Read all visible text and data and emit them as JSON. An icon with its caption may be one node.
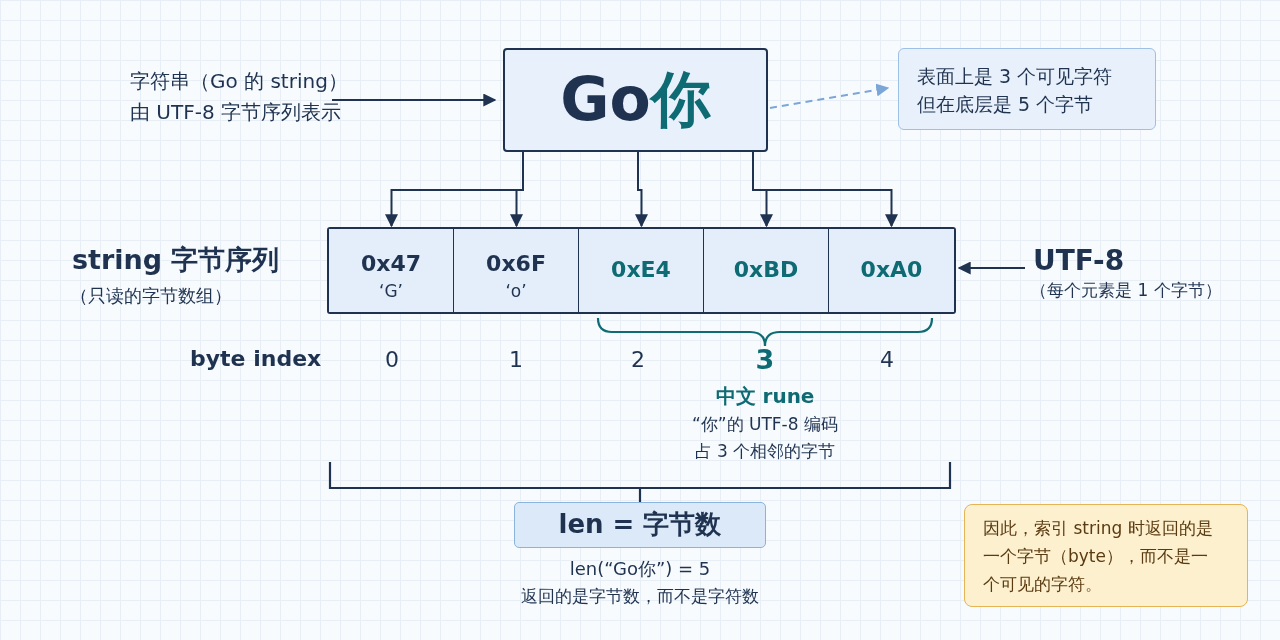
{
  "diagram": {
    "nodes": [
      {
        "text": [
          "字符串（Go 的 string）由 UTF-8 字节序列表示"
        ]
      },
      {
        "text": [
          "Go你"
        ]
      },
      {
        "text": [
          "表面上是 3 个可见字符但在底层是 5 个字节"
        ]
      },
      {
        "text": [],
        "shape": "box"
      },
      {
        "text": [
          "0x47",
          "‘G’"
        ],
        "in": 3
      },
      {
        "text": [
          "0x6F",
          "‘o’"
        ],
        "in": 3
      },
      {
        "text": [
          "0xE4"
        ],
        "in": 3
      },
      {
        "text": [
          "0xBD"
        ],
        "in": 3
      },
      {
        "text": [
          "0xA0"
        ],
        "in": 3
      },
      {
        "text": [
          "UTF-8",
          "（每个元素是 1 个字节）"
        ]
      },
      {
        "text": [
          "len = 字节数"
        ],
        "beside": [
          "len(“Go你”) = 5",
          "返回的是字节数，而不是字符数"
        ]
      },
      {
        "text": [
          "因此，索引 string 时返回的是一个字节（byte），而不是一个可见的字符。"
        ]
      }
    ],
    "edges": [
      {
        "from": 0,
        "to": 1,
        "arrow": "to"
      },
      {
        "from": 1,
        "to": 2,
        "arrow": "to",
        "style": "dashed",
        "color": "#7aa6d8"
      },
      {
        "from": 1,
        "to": 4,
        "arrow": "to"
      },
      {
        "from": 1,
        "to": 5,
        "arrow": "to"
      },
      {
        "from": 1,
        "to": 6,
        "arrow": "to"
      },
      {
        "from": 1,
        "to": 7,
        "arrow": "to"
      },
      {
        "from": 1,
        "to": 8,
        "arrow": "to"
      },
      {
        "from": 9,
        "to": 3,
        "arrow": "to"
      }
    ],
    "labels": [
      "string 字节序列",
      "（只读的字节数组）",
      "byte index",
      "0",
      "1",
      "2",
      "3",
      "4",
      "中文 rune",
      "“你”的 UTF-8 编码占 3 个相邻的字节"
    ]
  }
}
